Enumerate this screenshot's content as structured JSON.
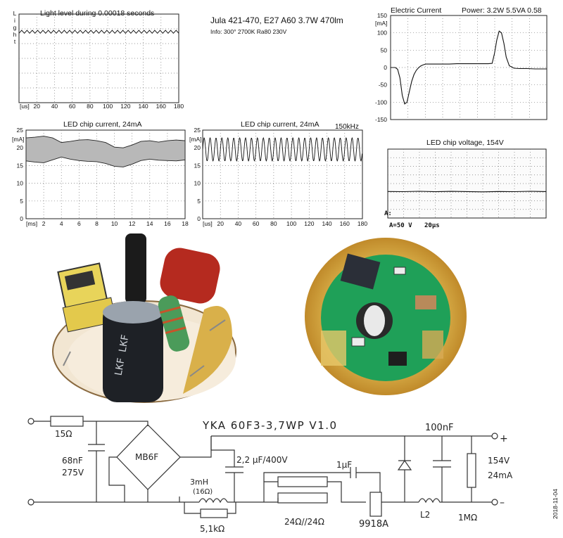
{
  "header": {
    "title": "Jula 421-470, E27 A60 3.7W 470lm",
    "info": "Info: 300° 2700K Ra80 230V"
  },
  "chart_data": [
    {
      "id": "light",
      "type": "line",
      "title": "Light level during 0.00018 seconds",
      "ylabel_letters": [
        "L",
        "i",
        "g",
        "h",
        "t"
      ],
      "xunit": "[us]",
      "xticks": [
        20,
        40,
        60,
        80,
        100,
        120,
        140,
        160,
        180
      ],
      "xlim": [
        0,
        180
      ],
      "ylim": [
        0,
        6
      ],
      "grid": true,
      "x": [
        0,
        3,
        6,
        9,
        12,
        15,
        18,
        21,
        24,
        27,
        30,
        33,
        36,
        39,
        42,
        45,
        48,
        51,
        54,
        57,
        60,
        63,
        66,
        69,
        72,
        75,
        78,
        81,
        84,
        87,
        90,
        93,
        96,
        99,
        102,
        105,
        108,
        111,
        114,
        117,
        120,
        123,
        126,
        129,
        132,
        135,
        138,
        141,
        144,
        147,
        150,
        153,
        156,
        159,
        162,
        165,
        168,
        171,
        174,
        177,
        180
      ],
      "values": [
        4.7,
        4.9,
        4.7,
        4.9,
        4.7,
        4.9,
        4.7,
        4.9,
        4.7,
        4.9,
        4.7,
        4.9,
        4.7,
        4.9,
        4.7,
        4.9,
        4.7,
        4.9,
        4.7,
        4.9,
        4.7,
        4.9,
        4.7,
        4.9,
        4.7,
        4.9,
        4.7,
        4.9,
        4.7,
        4.9,
        4.7,
        4.9,
        4.7,
        4.9,
        4.7,
        4.9,
        4.7,
        4.9,
        4.7,
        4.9,
        4.7,
        4.9,
        4.7,
        4.9,
        4.7,
        4.9,
        4.7,
        4.9,
        4.7,
        4.9,
        4.7,
        4.9,
        4.7,
        4.9,
        4.7,
        4.9,
        4.7,
        4.9,
        4.7,
        4.9,
        4.7
      ]
    },
    {
      "id": "current",
      "type": "line",
      "title": "Electric Current",
      "subtitle": "Power: 3.2W 5.5VA 0.58",
      "yunit": "[mA]",
      "yticks": [
        150,
        100,
        50,
        0,
        -50,
        -100,
        -150
      ],
      "ylim": [
        -150,
        150
      ],
      "xlim": [
        0,
        20
      ],
      "grid": true,
      "x": [
        0,
        0.3,
        0.6,
        0.9,
        1.2,
        1.5,
        1.8,
        2.1,
        2.4,
        2.7,
        3,
        3.3,
        3.6,
        3.9,
        4.2,
        4.5,
        4.8,
        5.5,
        6.5,
        7.5,
        8.5,
        9.5,
        10.5,
        11.5,
        12.5,
        13,
        13.3,
        13.6,
        13.9,
        14.2,
        14.5,
        14.8,
        15.2,
        15.8,
        16.5,
        17.5,
        18.5,
        19.5,
        20
      ],
      "values": [
        0,
        0,
        0,
        -5,
        -30,
        -80,
        -105,
        -100,
        -70,
        -40,
        -20,
        -8,
        0,
        5,
        8,
        10,
        10,
        10,
        10,
        10,
        11,
        11,
        11,
        11,
        11,
        12,
        40,
        80,
        105,
        100,
        70,
        30,
        5,
        -2,
        -3,
        -3,
        -4,
        -4,
        -4
      ]
    },
    {
      "id": "chip_current_ms",
      "type": "area",
      "title": "LED chip current, 24mA",
      "yunit": "[mA]",
      "yticks": [
        25,
        20,
        15,
        10,
        5,
        0
      ],
      "ylim": [
        0,
        25
      ],
      "xunit": "[ms]",
      "xticks": [
        2,
        4,
        6,
        8,
        10,
        12,
        14,
        16,
        18
      ],
      "xlim": [
        0,
        18
      ],
      "grid": true,
      "x": [
        0,
        1,
        2,
        3,
        4,
        5,
        6,
        7,
        8,
        9,
        10,
        11,
        12,
        13,
        14,
        15,
        16,
        17,
        18
      ],
      "upper": [
        22.8,
        23.0,
        23.3,
        22.8,
        21.5,
        21.8,
        22.2,
        22.3,
        22.0,
        21.5,
        20.2,
        20.0,
        20.8,
        21.8,
        22.0,
        21.6,
        22.0,
        22.2,
        22.0
      ],
      "lower": [
        16.3,
        16.0,
        15.8,
        16.6,
        17.4,
        16.8,
        16.4,
        16.2,
        16.1,
        15.6,
        14.8,
        14.6,
        15.4,
        16.4,
        16.8,
        16.5,
        16.4,
        16.3,
        16.6
      ]
    },
    {
      "id": "chip_current_us",
      "type": "line",
      "title": "LED chip current, 24mA",
      "annotation": "150kHz",
      "yunit": "[mA]",
      "yticks": [
        25,
        20,
        15,
        10,
        5,
        0
      ],
      "ylim": [
        0,
        25
      ],
      "xunit": "[us]",
      "xticks": [
        20,
        40,
        60,
        80,
        100,
        120,
        140,
        160,
        180
      ],
      "xlim": [
        0,
        180
      ],
      "grid": true,
      "frequency_khz": 150,
      "min": 16.3,
      "max": 22.8
    },
    {
      "id": "chip_voltage",
      "type": "line",
      "title": "LED chip voltage, 154V",
      "ylabel": "A:",
      "scale_label": "A=50 V",
      "time_label": "20μs",
      "xlim": [
        0,
        10
      ],
      "ylim": [
        0,
        8
      ],
      "grid": true,
      "x": [
        0,
        1,
        2,
        3,
        4,
        5,
        6,
        7,
        8,
        9,
        10
      ],
      "values": [
        3.08,
        3.06,
        3.1,
        3.05,
        3.09,
        3.07,
        3.04,
        3.08,
        3.06,
        3.1,
        3.07
      ]
    }
  ],
  "schematic": {
    "title": "YKA 60F3-3,7WP   V1.0",
    "resistor_in": "15Ω",
    "cap_in_value": "68nF",
    "cap_in_voltage": "275V",
    "bridge": "MB6F",
    "cap_bulk": "2,2 μF/400V",
    "inductor_1": "3mH",
    "inductor_1_res": "(16Ω)",
    "resistor_shunt": "5,1kΩ",
    "cap_small": "1μF",
    "resistors_sense": "24Ω//24Ω",
    "ic": "9918A",
    "cap_out": "100nF",
    "inductor_2": "L2",
    "resistor_bleed": "1MΩ",
    "out_voltage": "154V",
    "out_current": "24mA",
    "plus": "+",
    "minus": "–"
  },
  "date": "2018-11-04",
  "photos": {
    "left": "driver board with capacitor, inductor and transformer",
    "right": "LED board with chips and yellow glue"
  }
}
